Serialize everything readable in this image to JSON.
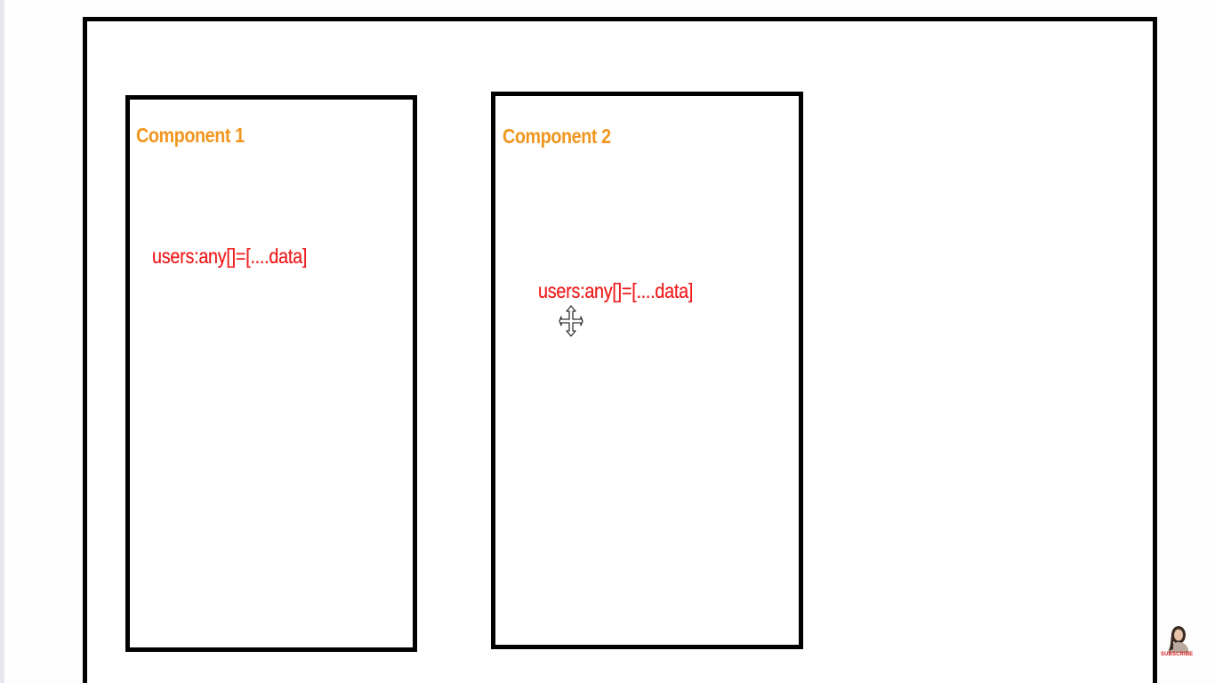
{
  "diagram": {
    "component1": {
      "title": "Component 1",
      "code": "users:any[]=[....data]"
    },
    "component2": {
      "title": "Component 2",
      "code": "users:any[]=[....data]"
    }
  },
  "overlay": {
    "cursor_icon": "move-cursor-icon",
    "subscribe_label": "SUBSCRIBE",
    "avatar_icon": "presenter-avatar-icon"
  },
  "colors": {
    "title": "#f0961e",
    "code": "#ee1c1c",
    "border": "#000000"
  }
}
